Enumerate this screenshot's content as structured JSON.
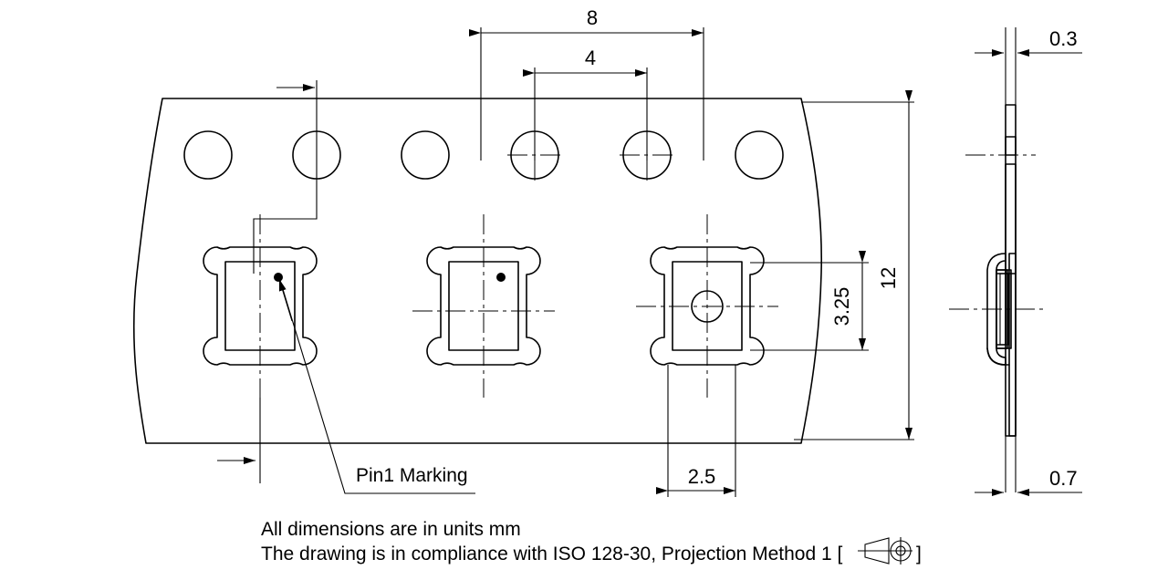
{
  "drawing": {
    "title": "Carrier tape dimensional drawing",
    "units_note": "All dimensions are in units mm",
    "standard_note": "The drawing is in compliance with ISO 128-30, Projection Method 1 [",
    "standard_note_tail": "]",
    "pin1_label": "Pin1 Marking",
    "line_color": "#000000",
    "background_color": "#ffffff"
  },
  "dimensions": {
    "pitch_long": "8",
    "pitch_short": "4",
    "tape_width": "12",
    "pocket_offset": "3.25",
    "pocket_edge": "2.5",
    "tape_thickness": "0.3",
    "cover_thickness": "0.7"
  },
  "views": {
    "top_view_name": "top-view",
    "section_view_name": "section-view"
  },
  "icons": {
    "projection_symbol": "iso-first-angle-projection-icon",
    "pin1_dot": "pin1-dot-icon"
  }
}
